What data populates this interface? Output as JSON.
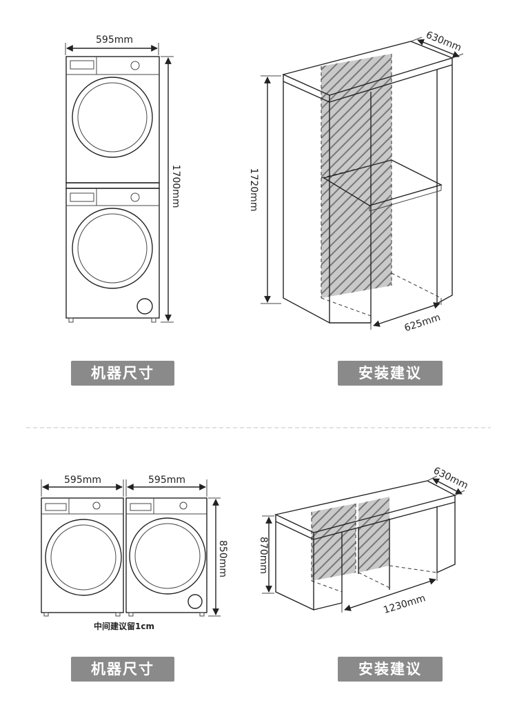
{
  "top": {
    "machine": {
      "width": "595mm",
      "height": "1700mm"
    },
    "cabinet": {
      "depth": "630mm",
      "height": "1720mm",
      "floor_width": "625mm"
    },
    "left_label": "机器尺寸",
    "right_label": "安装建议"
  },
  "bottom": {
    "machine": {
      "width_left": "595mm",
      "width_right": "595mm",
      "height": "850mm",
      "gap_note": "中间建议留1cm"
    },
    "cabinet": {
      "depth": "630mm",
      "height": "870mm",
      "floor_width": "1230mm"
    },
    "left_label": "机器尺寸",
    "right_label": "安装建议"
  },
  "colors": {
    "badge": "#8a8a8a",
    "hatch": "#777777",
    "line": "#222222"
  }
}
